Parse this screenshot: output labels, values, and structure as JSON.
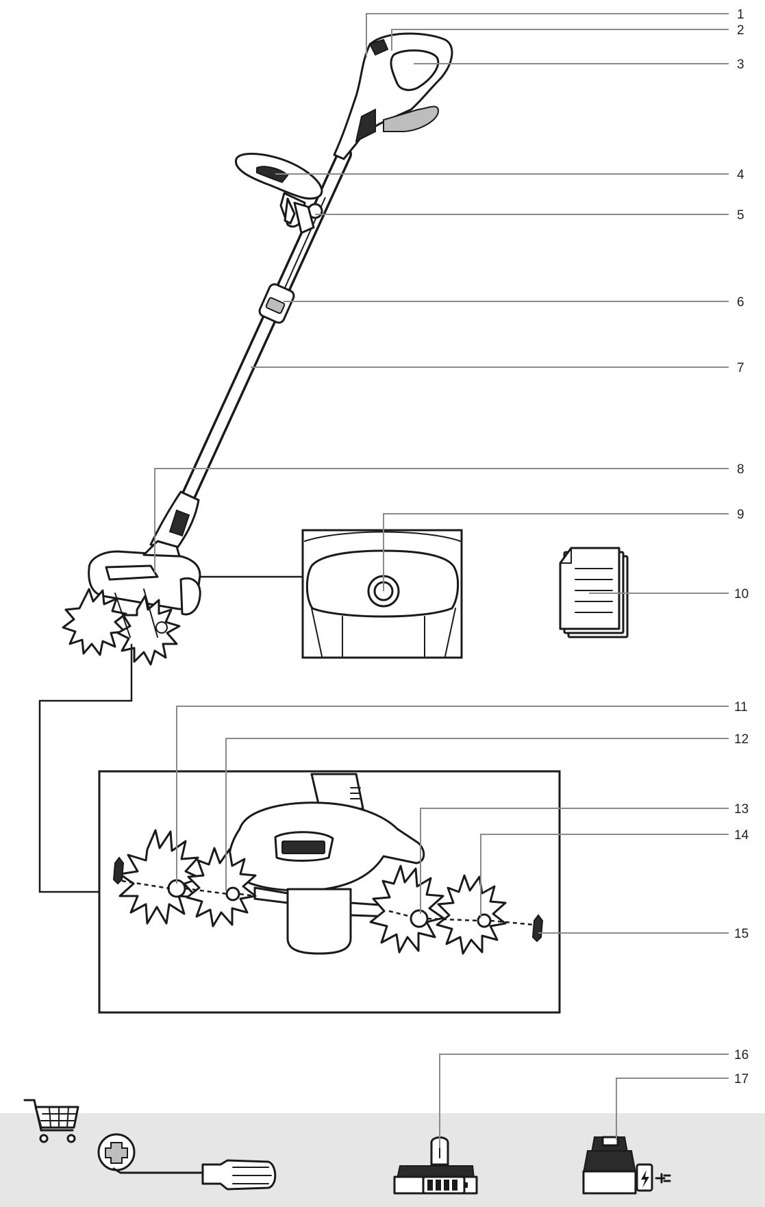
{
  "callouts": [
    "1",
    "2",
    "3",
    "4",
    "5",
    "6",
    "7",
    "8",
    "9",
    "10",
    "11",
    "12",
    "13",
    "14",
    "15",
    "16",
    "17"
  ],
  "colors": {
    "ink": "#1a1a1a",
    "leader": "#8a8a8a",
    "footer_band": "#e6e6e6"
  },
  "icons": {
    "cart": "shopping-cart-icon",
    "tool": "screwdriver-icon",
    "battery": "battery-pack-icon",
    "charger": "battery-charger-icon",
    "manual": "document-stack-icon"
  }
}
